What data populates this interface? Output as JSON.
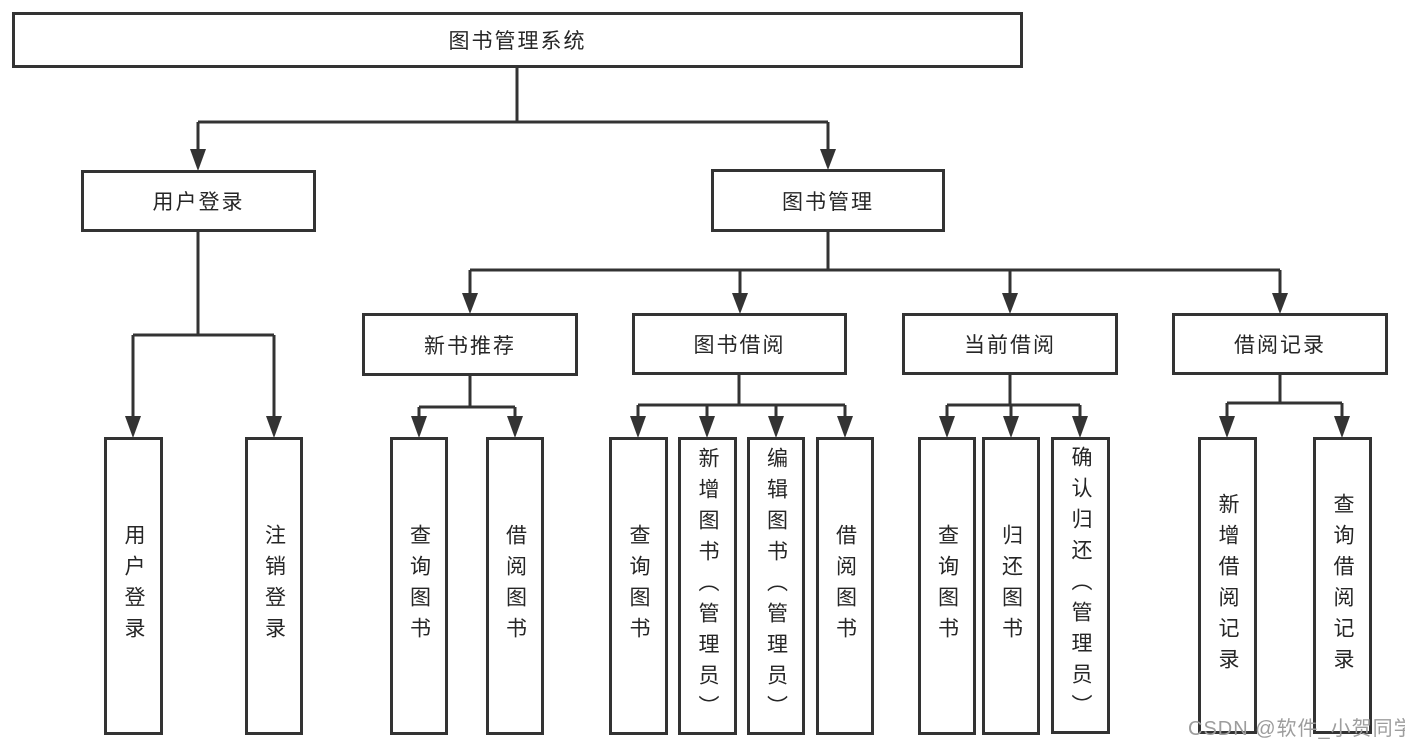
{
  "diagram": {
    "root": {
      "label": "图书管理系统"
    },
    "branches": [
      {
        "label": "用户登录",
        "children": [
          {
            "label": "用户登录"
          },
          {
            "label": "注销登录"
          }
        ]
      },
      {
        "label": "图书管理",
        "sections": [
          {
            "label": "新书推荐",
            "children": [
              {
                "label": "查询图书"
              },
              {
                "label": "借阅图书"
              }
            ]
          },
          {
            "label": "图书借阅",
            "children": [
              {
                "label": "查询图书"
              },
              {
                "label": "新增图书（管理员）"
              },
              {
                "label": "编辑图书（管理员）"
              },
              {
                "label": "借阅图书"
              }
            ]
          },
          {
            "label": "当前借阅",
            "children": [
              {
                "label": "查询图书"
              },
              {
                "label": "归还图书"
              },
              {
                "label": "确认归还（管理员）"
              }
            ]
          },
          {
            "label": "借阅记录",
            "children": [
              {
                "label": "新增借阅记录"
              },
              {
                "label": "查询借阅记录"
              }
            ]
          }
        ]
      }
    ]
  },
  "watermark": {
    "text": "CSDN @软件_小贺同学"
  },
  "colors": {
    "line": "#333333",
    "text": "#262626",
    "watermark": "#9d9d9d",
    "background": "#ffffff"
  }
}
